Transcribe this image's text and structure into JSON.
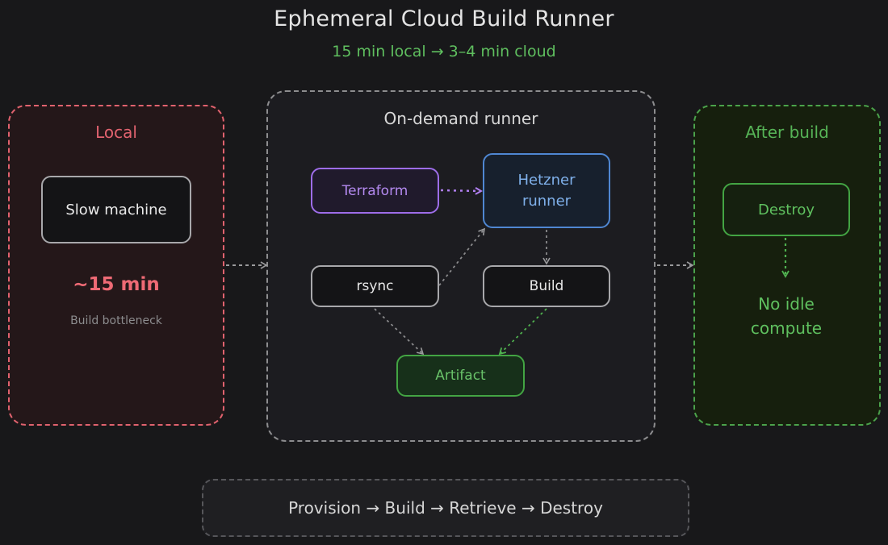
{
  "header": {
    "title": "Ephemeral Cloud Build Runner",
    "subtitle": "15 min local  →  3–4 min cloud"
  },
  "local": {
    "label": "Local",
    "machine": "Slow machine",
    "time": "~15 min",
    "note": "Build bottleneck",
    "color": "#e2636f"
  },
  "runner": {
    "label": "On-demand runner",
    "terraform": "Terraform",
    "hetzner_line1": "Hetzner",
    "hetzner_line2": "runner",
    "rsync": "rsync",
    "build": "Build",
    "artifact": "Artifact"
  },
  "after": {
    "label": "After build",
    "destroy": "Destroy",
    "note_line1": "No idle",
    "note_line2": "compute",
    "color": "#56b356"
  },
  "pipeline": {
    "text": "Provision → Build → Retrieve → Destroy"
  }
}
